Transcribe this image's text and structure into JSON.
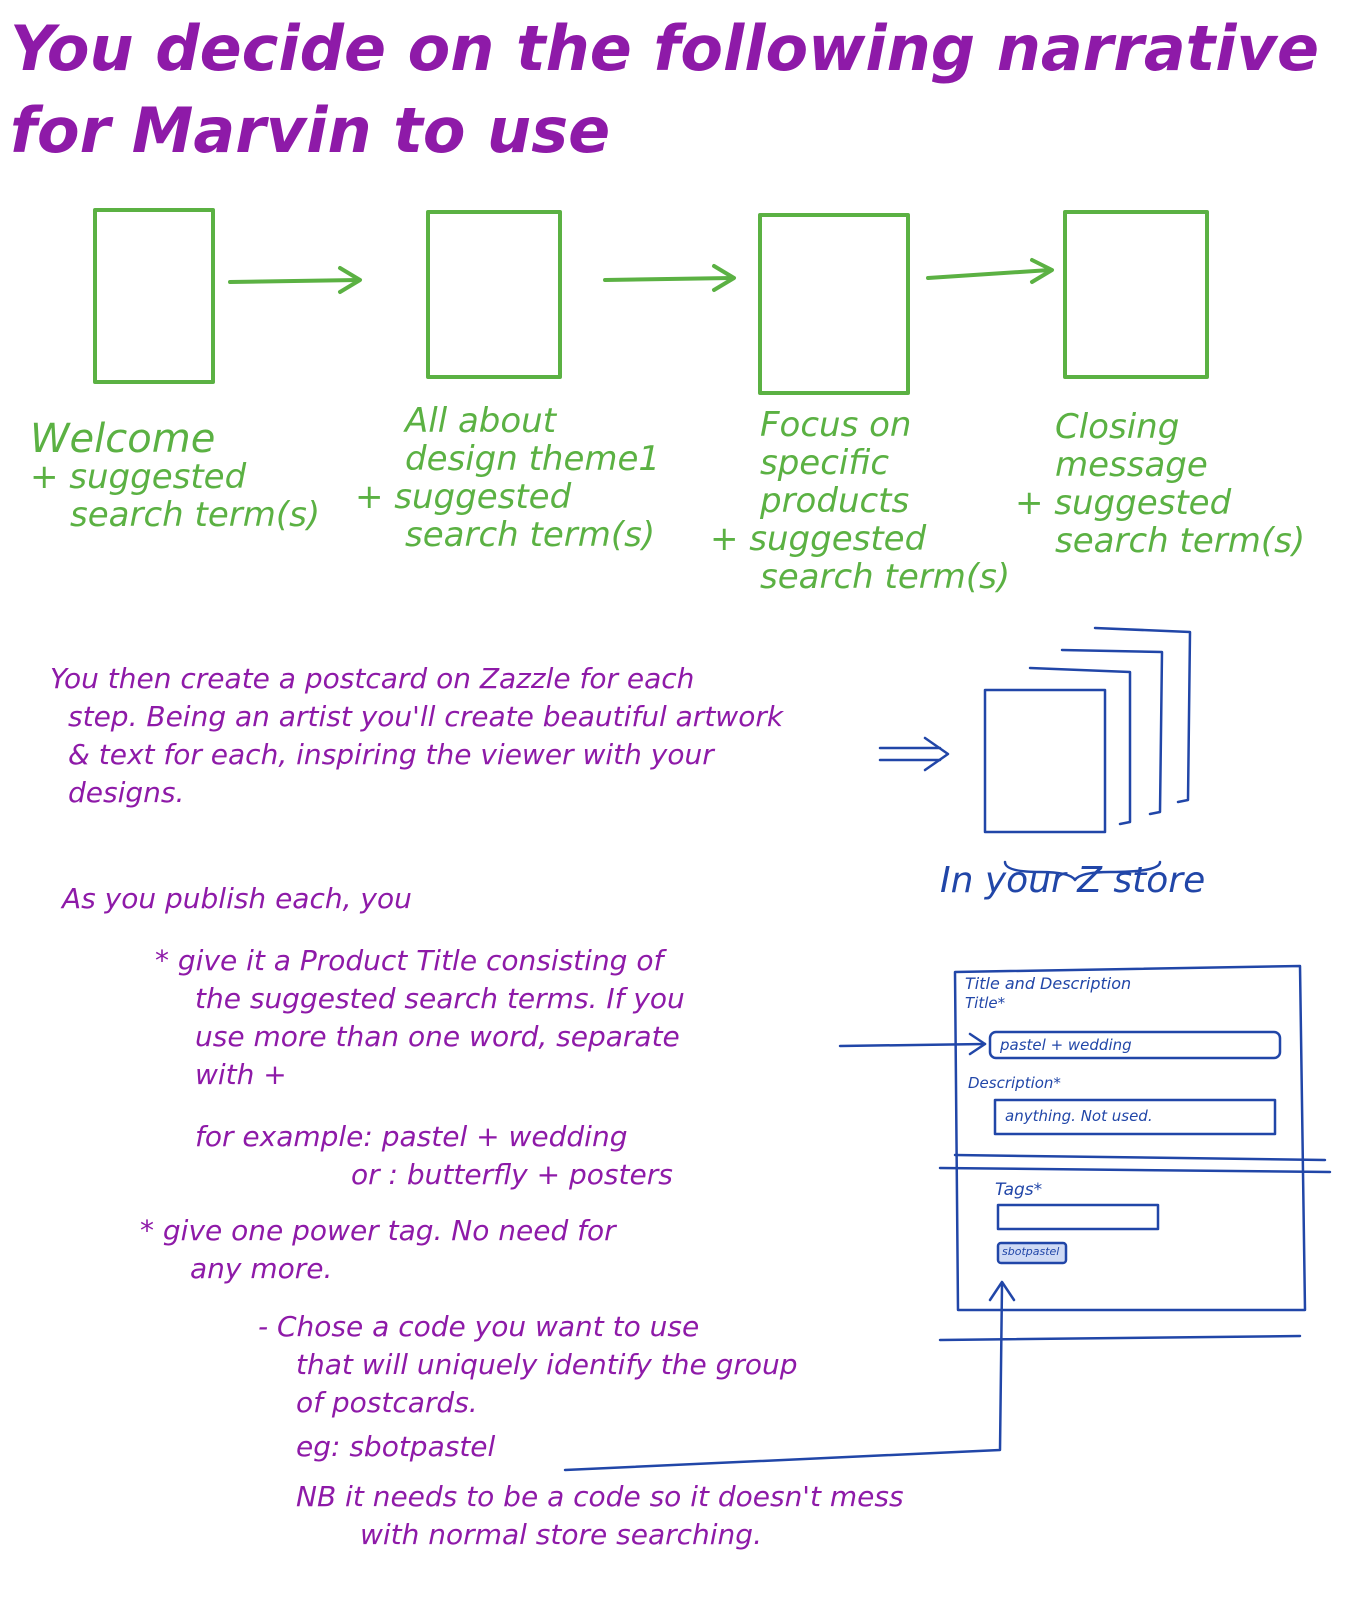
{
  "title": [
    "You decide on the following narrative",
    "for Marvin to use"
  ],
  "steps": [
    {
      "label": [
        "Welcome"
      ],
      "suffix": [
        "+ suggested",
        "search term(s)"
      ]
    },
    {
      "label": [
        "All about",
        "design theme1"
      ],
      "suffix": [
        "+ suggested",
        "search term(s)"
      ]
    },
    {
      "label": [
        "Focus on",
        "specific",
        "products"
      ],
      "suffix": [
        "+ suggested",
        "search term(s)"
      ]
    },
    {
      "label": [
        "Closing",
        "message"
      ],
      "suffix": [
        "+ suggested",
        "search term(s)"
      ]
    }
  ],
  "intro": [
    "You then create a postcard on Zazzle for each",
    "step. Being an artist you'll create beautiful artwork",
    "& text for each, inspiring the viewer with your",
    "designs."
  ],
  "store_label": "In your Z store",
  "publish_heading": "As you publish each, you",
  "bullet1": [
    "* give it a Product Title consisting of",
    "the suggested search terms. If you",
    "use more than one word, separate",
    "with +"
  ],
  "examples": [
    "for example: pastel + wedding",
    "or : butterfly + posters"
  ],
  "bullet2": [
    "* give one power tag. No need for",
    "any more."
  ],
  "dash": [
    "- Chose a code you want to use",
    "that will uniquely identify the group",
    "of postcards."
  ],
  "eg": "eg: sbotpastel",
  "nb": [
    "NB it needs to be a code so it doesn't mess",
    "with normal store searching."
  ],
  "form": {
    "section": "Title and Description",
    "title_label": "Title*",
    "title_value": "pastel + wedding",
    "desc_label": "Description*",
    "desc_value": "anything. Not used.",
    "tags_label": "Tags*",
    "tag_chip": "sbotpastel"
  },
  "colors": {
    "purple": "#8e1aa8",
    "green": "#5bb143",
    "blue": "#2146a8"
  }
}
